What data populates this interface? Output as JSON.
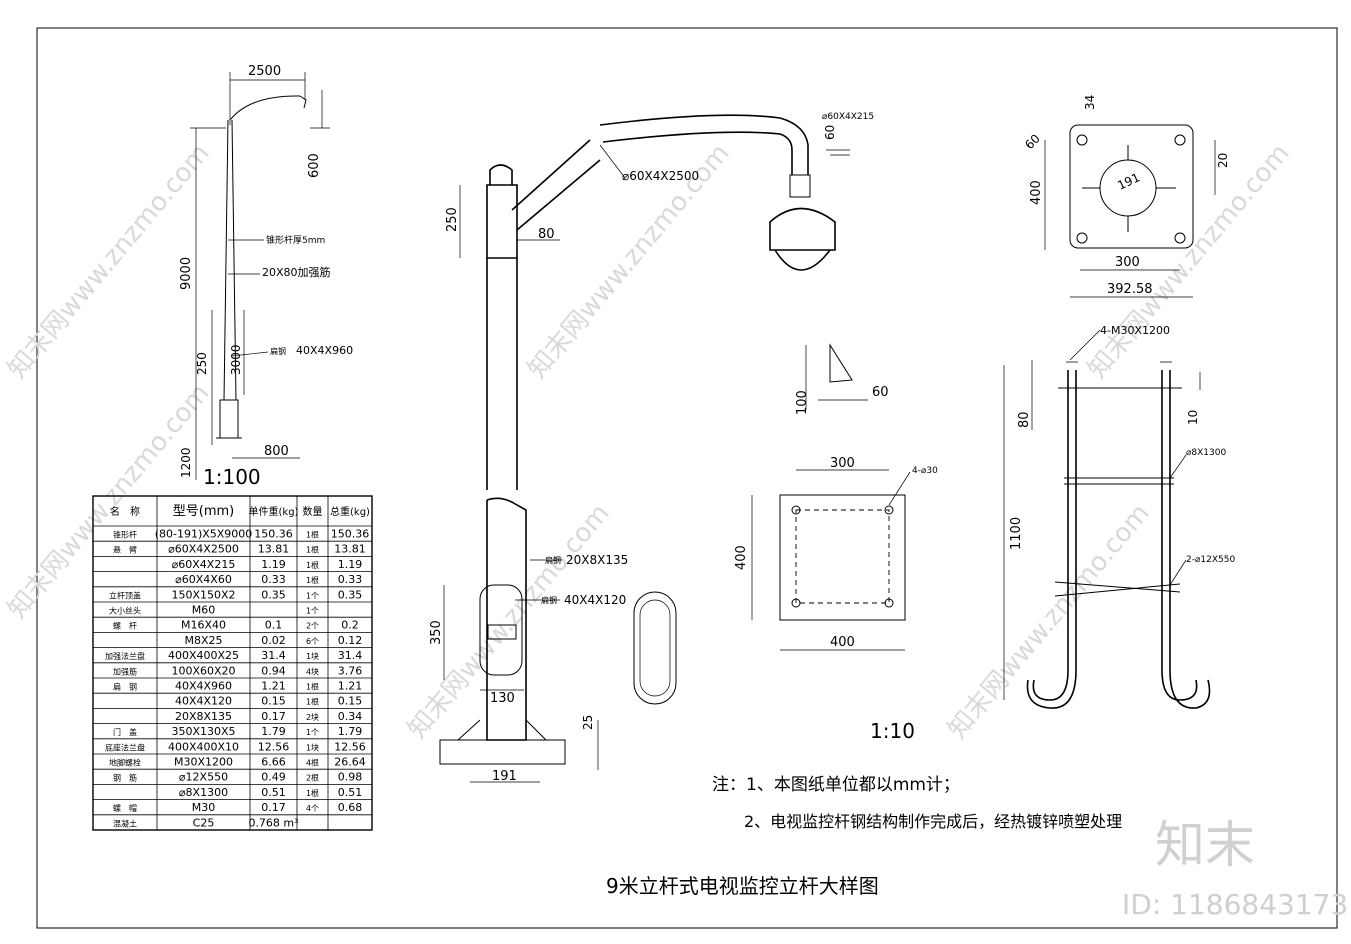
{
  "drawing": {
    "title": "9米立杆式电视监控立杆大样图",
    "scale_main": "1:100",
    "scale_detail": "1:10",
    "notes": [
      "注：1、本图纸单位都以mm计；",
      "2、电视监控杆钢结构制作完成后，经热镀锌喷塑处理"
    ]
  },
  "watermark": {
    "brand": "知末",
    "id": "ID: 1186843173",
    "site": "www.znzmo.com"
  },
  "pole_elevation": {
    "arm_length": "2500",
    "arm_drop": "600",
    "pole_height": "9000",
    "lower": "3000",
    "door_h": "250",
    "foundation": "1200",
    "base_w": "800",
    "label_arm": "锥形杆厚5mm",
    "label_plate": "20X80加强筋",
    "label_flat": "扁钢",
    "label_flat_size": "40X4X960"
  },
  "head_detail": {
    "dim_60": "60",
    "pipe_a": "⌀60X4X215",
    "pipe_b": "⌀60X4X2500",
    "dim_250": "250",
    "dim_80": "80"
  },
  "base_detail": {
    "flat_1": "扁钢",
    "flat_1_size": "20X8X135",
    "flat_2": "扁钢",
    "flat_2_size": "40X4X120",
    "dim_350": "350",
    "dim_130": "130",
    "dim_25": "25",
    "dim_191": "191"
  },
  "rib": {
    "h": "100",
    "w": "60"
  },
  "plate_top": {
    "d1": "60",
    "d2": "34",
    "dia": "191",
    "d20": "20",
    "h400": "400",
    "w300": "300",
    "w392": "392.58"
  },
  "plate_base": {
    "w300": "300",
    "holes": "4-⌀30",
    "h400": "400",
    "w400": "400"
  },
  "anchor": {
    "bolt": "4-M30X1200",
    "d80": "80",
    "d10": "10",
    "h1100": "1100",
    "rod1": "⌀8X1300",
    "rod2": "2-⌀12X550"
  },
  "table": {
    "headers": [
      "名　称",
      "型号(mm)",
      "单件重(kg)",
      "数量",
      "总重(kg)"
    ],
    "rows": [
      [
        "锥形杆",
        "(80-191)X5X9000",
        "150.36",
        "1根",
        "150.36"
      ],
      [
        "悬　臂",
        "⌀60X4X2500",
        "13.81",
        "1根",
        "13.81"
      ],
      [
        "",
        "⌀60X4X215",
        "1.19",
        "1根",
        "1.19"
      ],
      [
        "",
        "⌀60X4X60",
        "0.33",
        "1根",
        "0.33"
      ],
      [
        "立杆顶盖",
        "150X150X2",
        "0.35",
        "1个",
        "0.35"
      ],
      [
        "大小丝头",
        "M60",
        "",
        "1个",
        ""
      ],
      [
        "螺　杆",
        "M16X40",
        "0.1",
        "2个",
        "0.2"
      ],
      [
        "",
        "M8X25",
        "0.02",
        "6个",
        "0.12"
      ],
      [
        "加强法兰盘",
        "400X400X25",
        "31.4",
        "1块",
        "31.4"
      ],
      [
        "加强筋",
        "100X60X20",
        "0.94",
        "4块",
        "3.76"
      ],
      [
        "扁　钢",
        "40X4X960",
        "1.21",
        "1根",
        "1.21"
      ],
      [
        "",
        "40X4X120",
        "0.15",
        "1根",
        "0.15"
      ],
      [
        "",
        "20X8X135",
        "0.17",
        "2块",
        "0.34"
      ],
      [
        "门　盖",
        "350X130X5",
        "1.79",
        "1个",
        "1.79"
      ],
      [
        "底座法兰盘",
        "400X400X10",
        "12.56",
        "1块",
        "12.56"
      ],
      [
        "地脚螺栓",
        "M30X1200",
        "6.66",
        "4根",
        "26.64"
      ],
      [
        "钢　筋",
        "⌀12X550",
        "0.49",
        "2根",
        "0.98"
      ],
      [
        "",
        "⌀8X1300",
        "0.51",
        "1根",
        "0.51"
      ],
      [
        "螺　帽",
        "M30",
        "0.17",
        "4个",
        "0.68"
      ],
      [
        "混凝土",
        "C25",
        "0.768 m³",
        "",
        ""
      ]
    ]
  }
}
